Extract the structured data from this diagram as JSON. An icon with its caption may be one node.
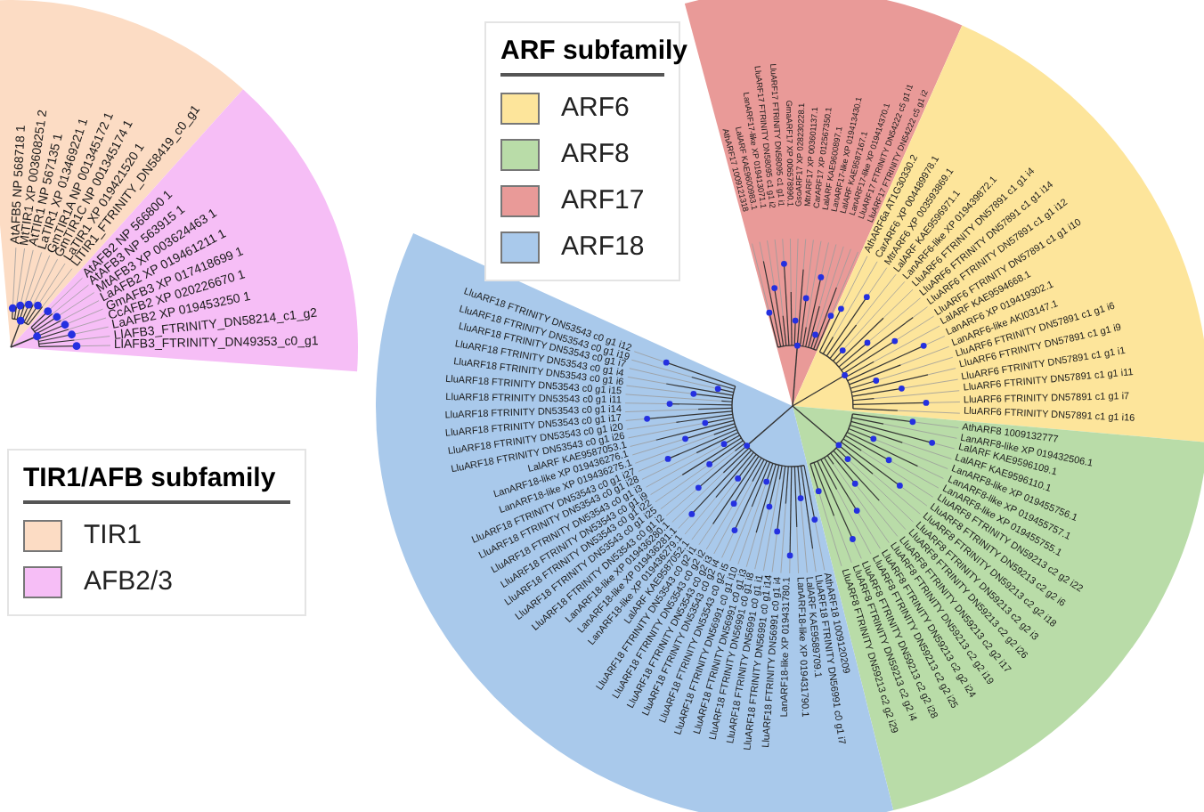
{
  "diagram": {
    "labels": [
      "AtAFB5 NP 568718 1",
      "MtTIR1 XP 003608251 2",
      "AtTIR1 NP 567135 1",
      "LaTIR1 XP 013469221 1",
      "GmTIR1A NP 001345172 1",
      "GmTIR1C NP 001345174 1",
      "LaTIR1 XP 019421520 1",
      "LlTIR1_FTRINITY_DN58419_c0_g1",
      "AtAFB2 NP 566800 1",
      "AtAFB3 NP 563915 1",
      "MtAFB3 XP 003624463 1",
      "LaAFB2 XP 019461211 1",
      "GmAFB3 XP 017418699 1",
      "CcAFB2 XP 020226670 1",
      "LaAFB2 XP 019453250 1",
      "LlAFB3_FTRINITY_DN58214_c1_g2",
      "LlAFB3_FTRINITY_DN49353_c0_g1",
      "ARF subfamily",
      "AthARF17 1009121318",
      "LalARF KAE9600983.1",
      "LanARF17-like XP 019413071.1",
      "LluARF17 FTRINITY DN58095 c1 g1 i2",
      "LluARF17 FTRINITY DN58095 c1 g1 i1",
      "GmaARF17 XP 006578990.1",
      "GsoARF17 XP 028230228.1",
      "MtrARF17 XP 003601137.1",
      "CarARF17 XP 012567350.1",
      "LalARF KAE9600897.1",
      "LanARF17-like XP 019413430.1",
      "LalARF KAE9587167.1",
      "LanARF17-like XP 019414370.1",
      "LluARF17 FTRINITY DN54222 c5 g1 i1",
      "LluARF17 FTRINITY DN54222 c5 g1 i2",
      "AthARF6a AT1G30330.2",
      "CarARF6 XP 004489978.1",
      "MtrARF6 XP 003593869.1",
      "LalARF KAE9596971.1",
      "LanARF6-like XP 019439872.1",
      "LluARF6 FTRINITY DN57891 c1 g1 i4",
      "LluARF6 FTRINITY DN57891 c1 g1 i14",
      "LluARF6 FTRINITY DN57891 c1 g1 i12",
      "LluARF6 FTRINITY DN57891 c1 g1 i10",
      "LalARF KAE9594668.1",
      "LanARF6 XP 019419302.1",
      "LanARF6-like AKI03147.1",
      "LluARF6 FTRINITY DN57891 c1 g1 i6",
      "LluARF6 FTRINITY DN57891 c1 g1 i9",
      "LluARF6 FTRINITY DN57891 c1 g1 i1",
      "LluARF6 FTRINITY DN57891 c1 g1 i11",
      "LluARF6 FTRINITY DN57891 c1 g1 i7",
      "LluARF6 FTRINITY DN57891 c1 g1 i16",
      "AthARF8 1009132777",
      "LanARF8-like XP 019432506.1",
      "LalARF KAE9596109.1",
      "LalARF KAE9596110.1",
      "LanARF8-like XP 019455756.1",
      "LanARF8-like XP 019455757.1",
      "LanARF8-like XP 019455755.1",
      "LluARF8 FTRINITY DN59213 c2 g2 i22",
      "LluARF8 FTRINITY DN59213 c2 g2 i6",
      "LluARF8 FTRINITY DN59213 c2 g2 i18",
      "LluARF8 FTRINITY DN59213 c2 g2 i3",
      "LluARF8 FTRINITY DN59213 c2 g2 i26",
      "LluARF8 FTRINITY DN59213 c2 g2 i17",
      "LluARF8 FTRINITY DN59213 c2 g2 i19",
      "LluARF8 FTRINITY DN59213 c2 g2 i24",
      "LluARF8 FTRINITY DN59213 c2 g2 i25",
      "LluARF8 FTRINITY DN59213 c2 g2 i28",
      "LluARF8 FTRINITY DN59213 c2 g2 i4",
      "LluARF8 FTRINITY DN59213 c2 g2 i29",
      "LluARF18 FTRINITY DN53543 c0 g1 i12",
      "LluARF18 FTRINITY DN53543 c0 g1 i19",
      "LluARF18 FTRINITY DN53543 c0 g1 i7",
      "LluARF18 FTRINITY DN53543 c0 g1 i4",
      "LluARF18 FTRINITY DN53543 c0 g1 i6",
      "LluARF18 FTRINITY DN53543 c0 g1 i15",
      "LluARF18 FTRINITY DN53543 c0 g1 i11",
      "LluARF18 FTRINITY DN53543 c0 g1 i14",
      "LluARF18 FTRINITY DN53543 c0 g1 i17",
      "LluARF18 FTRINITY DN53543 c0 g1 i20",
      "LluARF18 FTRINITY DN53543 c0 g1 i26",
      "LalARF KAE9587053.1",
      "LanARF18-like XP 019436276.1",
      "LanARF18-like XP 019436275.1",
      "LluARF18 FTRINITY DN53543 c0 g1 i27",
      "LluARF18 FTRINITY DN53543 c0 g1 i28",
      "LluARF18 FTRINITY DN53543 c0 g1 i3",
      "LluARF18 FTRINITY DN53543 c0 g1 i9",
      "LluARF18 FTRINITY DN53543 c0 g1 i22",
      "LluARF18 FTRINITY DN53543 c0 g1 i25",
      "LluARF18 FTRINITY DN53543 c0 g1 i2",
      "LanARF18-like XP 019436280.1",
      "LanARF18-like XP 019436281.1",
      "LanARF18-like XP 019436279.1",
      "LalARF KAE9587052.1",
      "LluARF18 FTRINITY DN53543 c0 g2 i1",
      "LluARF18 FTRINITY DN53543 c0 g2 i2",
      "LluARF18 FTRINITY DN53543 c0 g2 i3",
      "LluARF18 FTRINITY DN53543 c0 g2 i4",
      "LluARF18 FTRINITY DN53543 c0 g2 i5",
      "LluARF18 FTRINITY DN56991 c0 g1 i10",
      "LluARF18 FTRINITY DN56991 c0 g1 i3",
      "LluARF18 FTRINITY DN56991 c0 g1 i8",
      "LluARF18 FTRINITY DN56991 c0 g1 i1",
      "LluARF18 FTRINITY DN56991 c0 g1 i14",
      "LluARF18 FTRINITY DN56991 c0 g1 i4",
      "LanARF18-like XP 019431780.1",
      "LanARF18-like XP 019431790.1",
      "LalARF KAE9589709.1",
      "LluARF18 FTRINITY DN56991 c0 g1 i7",
      "AthARF18 1009120209",
      "TIR1/AFB subfamily"
    ],
    "legend": [
      {
        "text": "ARF6",
        "color": "#fde59b"
      },
      {
        "text": "ARF8",
        "color": "#b9dca8"
      },
      {
        "text": "ARF17",
        "color": "#e99a98"
      },
      {
        "text": "ARF18",
        "color": "#a9c9eb"
      },
      {
        "text": "TIR1",
        "color": "#fcdcc4"
      },
      {
        "text": "AFB2/3",
        "color": "#f6bef6"
      }
    ]
  }
}
